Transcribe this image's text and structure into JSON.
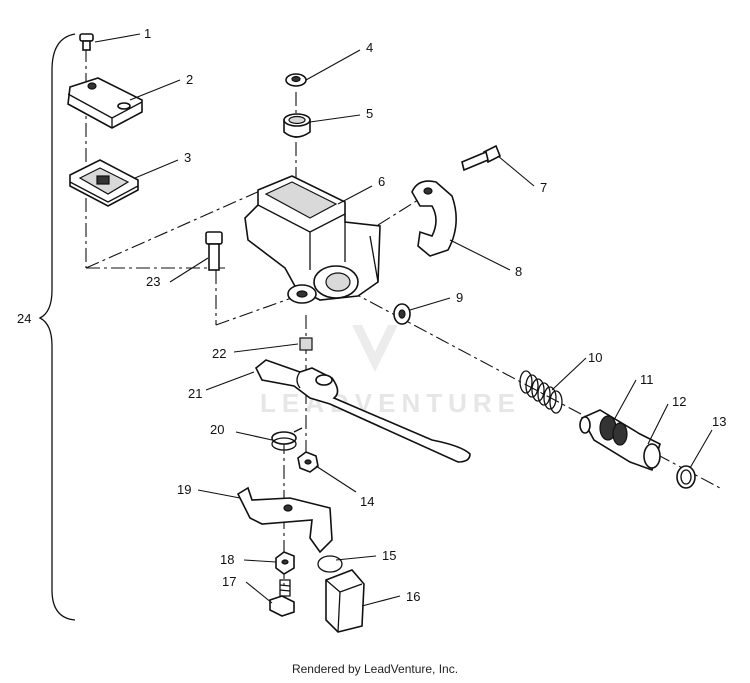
{
  "watermark": "LEADVENTURE",
  "credit": "Rendered by LeadVenture, Inc.",
  "callouts": [
    {
      "id": "1",
      "label": "1"
    },
    {
      "id": "2",
      "label": "2"
    },
    {
      "id": "3",
      "label": "3"
    },
    {
      "id": "4",
      "label": "4"
    },
    {
      "id": "5",
      "label": "5"
    },
    {
      "id": "6",
      "label": "6"
    },
    {
      "id": "7",
      "label": "7"
    },
    {
      "id": "8",
      "label": "8"
    },
    {
      "id": "9",
      "label": "9"
    },
    {
      "id": "10",
      "label": "10"
    },
    {
      "id": "11",
      "label": "11"
    },
    {
      "id": "12",
      "label": "12"
    },
    {
      "id": "13",
      "label": "13"
    },
    {
      "id": "14",
      "label": "14"
    },
    {
      "id": "15",
      "label": "15"
    },
    {
      "id": "16",
      "label": "16"
    },
    {
      "id": "17",
      "label": "17"
    },
    {
      "id": "18",
      "label": "18"
    },
    {
      "id": "19",
      "label": "19"
    },
    {
      "id": "20",
      "label": "20"
    },
    {
      "id": "21",
      "label": "21"
    },
    {
      "id": "22",
      "label": "22"
    },
    {
      "id": "23",
      "label": "23"
    },
    {
      "id": "24",
      "label": "24"
    }
  ]
}
